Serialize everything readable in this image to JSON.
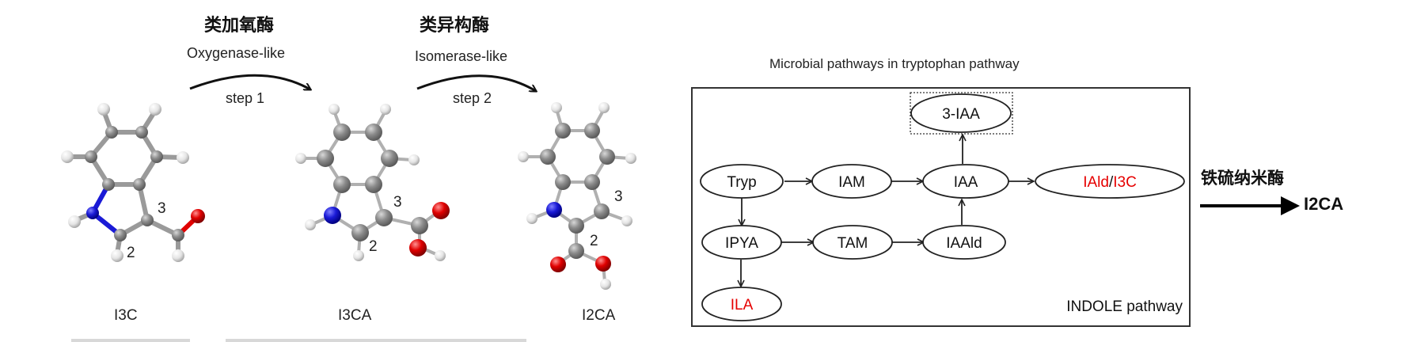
{
  "reaction_scheme": {
    "steps": [
      {
        "cn_label": "类加氧酶",
        "en_label": "Oxygenase-like",
        "step_label": "step 1"
      },
      {
        "cn_label": "类异构酶",
        "en_label": "Isomerase-like",
        "step_label": "step 2"
      }
    ],
    "molecules": [
      {
        "name": "I3C",
        "position_labels": [
          "3",
          "2"
        ]
      },
      {
        "name": "I3CA",
        "position_labels": [
          "3",
          "2"
        ]
      },
      {
        "name": "I2CA",
        "position_labels": [
          "3",
          "2"
        ]
      }
    ],
    "atom_colors": {
      "carbon": "#808080",
      "hydrogen": "#e8e8e8",
      "nitrogen": "#1a1ad6",
      "oxygen": "#e00000"
    }
  },
  "pathway_diagram": {
    "title": "Microbial pathways in tryptophan pathway",
    "box_label": "INDOLE pathway",
    "nodes": {
      "tryp": {
        "label": "Tryp",
        "color": "#111111"
      },
      "iam": {
        "label": "IAM",
        "color": "#111111"
      },
      "iaa": {
        "label": "IAA",
        "color": "#111111"
      },
      "iaa3": {
        "label": "3-IAA",
        "color": "#111111"
      },
      "iald_i3c": {
        "label_a": "IAld",
        "sep": "/",
        "label_b": "I3C",
        "color": "#e60000"
      },
      "ipya": {
        "label": "IPYA",
        "color": "#111111"
      },
      "tam": {
        "label": "TAM",
        "color": "#111111"
      },
      "iaald": {
        "label": "IAAld",
        "color": "#111111"
      },
      "ila": {
        "label": "ILA",
        "color": "#e60000"
      }
    },
    "edges": [
      [
        "tryp",
        "iam"
      ],
      [
        "iam",
        "iaa"
      ],
      [
        "iaa",
        "iald_i3c"
      ],
      [
        "iaa",
        "iaa3"
      ],
      [
        "tryp",
        "ipya"
      ],
      [
        "ipya",
        "tam"
      ],
      [
        "tam",
        "iaald"
      ],
      [
        "iaald",
        "iaa"
      ],
      [
        "ipya",
        "ila"
      ]
    ]
  },
  "conversion": {
    "cn_label": "铁硫纳米酶",
    "product": "I2CA"
  }
}
